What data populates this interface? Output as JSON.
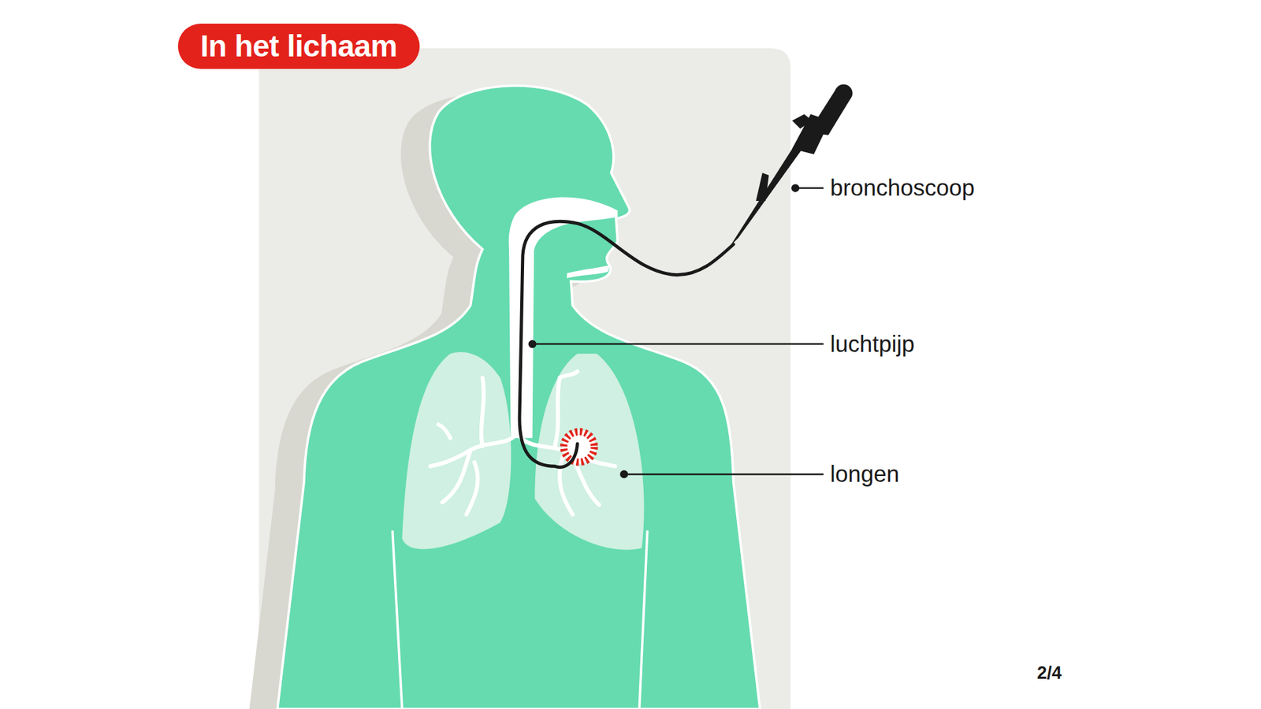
{
  "diagram": {
    "title": "In het lichaam",
    "labels": [
      "bronchoscoop",
      "luchtpijp",
      "longen",
      "2/4"
    ]
  }
}
